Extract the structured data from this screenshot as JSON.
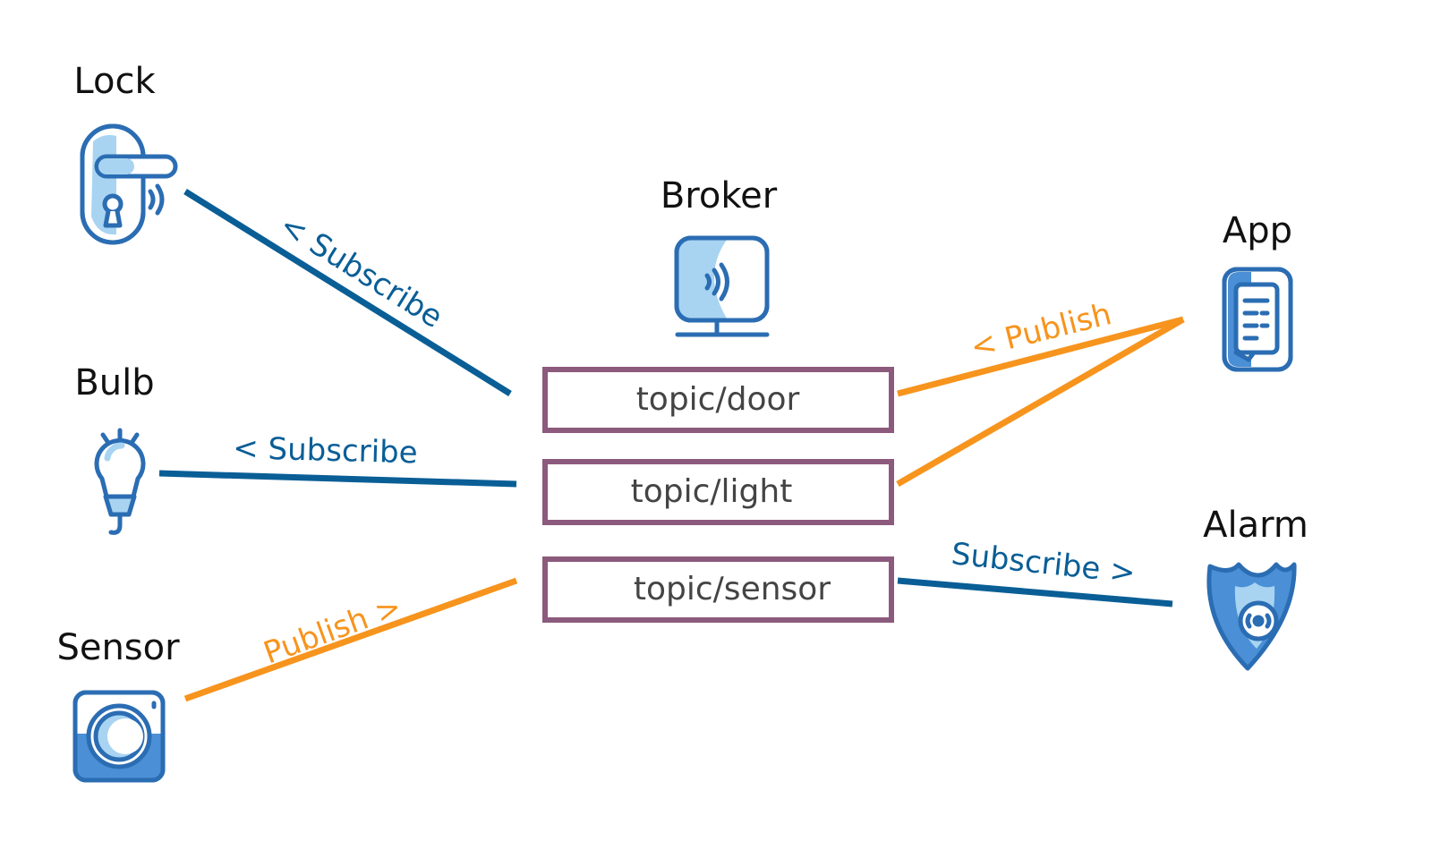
{
  "nodes": {
    "lock": {
      "label": "Lock",
      "icon": "door-lock-icon"
    },
    "bulb": {
      "label": "Bulb",
      "icon": "smart-bulb-icon"
    },
    "sensor": {
      "label": "Sensor",
      "icon": "sensor-icon"
    },
    "broker": {
      "label": "Broker",
      "icon": "broker-monitor-icon"
    },
    "app": {
      "label": "App",
      "icon": "phone-app-icon"
    },
    "alarm": {
      "label": "Alarm",
      "icon": "alarm-shield-icon"
    }
  },
  "topics": {
    "door": {
      "label": "topic/door"
    },
    "light": {
      "label": "topic/light"
    },
    "sensor": {
      "label": "topic/sensor"
    }
  },
  "edges": {
    "lock_door": {
      "label": "< Subscribe",
      "kind": "subscribe"
    },
    "bulb_light": {
      "label": "< Subscribe",
      "kind": "subscribe"
    },
    "sensor_topic": {
      "label": "Publish >",
      "kind": "publish"
    },
    "app_door": {
      "label": "< Publish",
      "kind": "publish"
    },
    "app_light": {
      "label": "",
      "kind": "publish"
    },
    "alarm_sensor": {
      "label": "Subscribe >",
      "kind": "subscribe"
    }
  },
  "colors": {
    "subscribe": "#0a5e96",
    "publish": "#f7941d",
    "topic_border": "#8c5a7c",
    "icon_dark": "#2b6db3",
    "icon_light": "#a8d4f2",
    "text": "#111111",
    "topic_text": "#444444"
  }
}
